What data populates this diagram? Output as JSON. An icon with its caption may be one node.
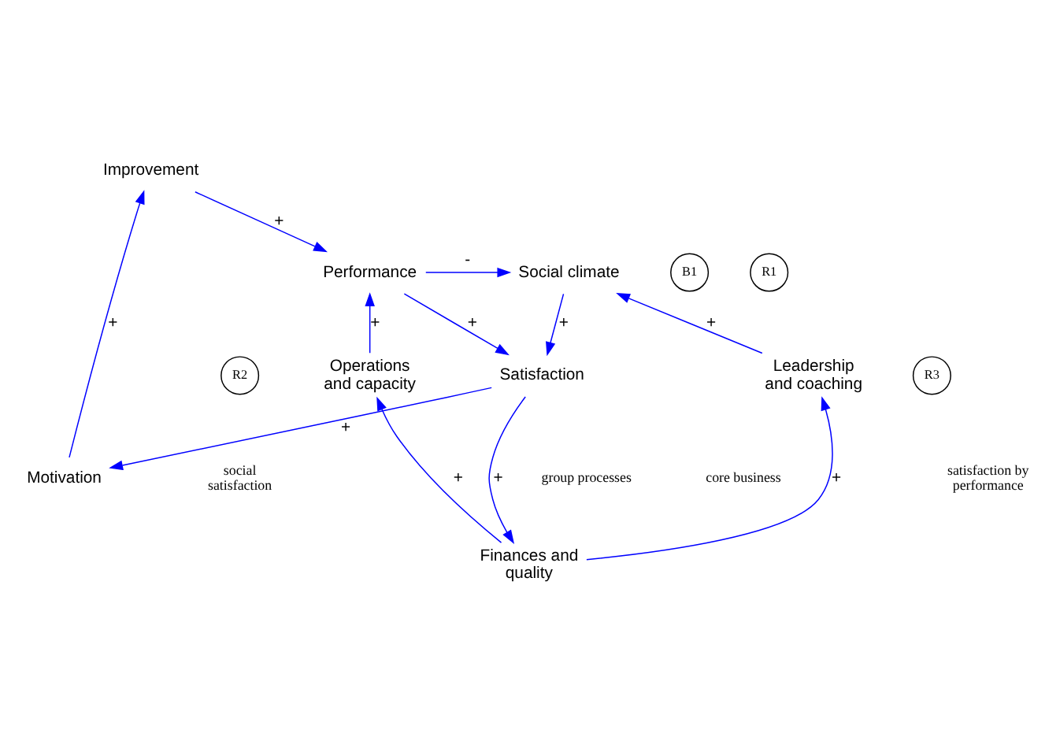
{
  "diagram": {
    "nodes": [
      {
        "text": [
          "Improvement"
        ]
      },
      {
        "text": [
          "Social climate"
        ]
      },
      {
        "text": [
          "B1"
        ]
      },
      {
        "text": [
          "R1"
        ]
      },
      {
        "text": [
          "Performance"
        ]
      },
      {
        "text": [
          "Motivation"
        ]
      },
      {
        "text": [
          "Leadership and coaching"
        ]
      },
      {
        "text": [
          "R2"
        ]
      },
      {
        "text": [
          "Satisfaction"
        ]
      },
      {
        "text": [
          "R3"
        ]
      },
      {
        "text": [
          "Operations and capacity"
        ]
      },
      {
        "text": [
          "Finances and quality"
        ]
      }
    ],
    "edges": [
      {
        "from": 4,
        "to": 1,
        "arrow": "to",
        "label": "-"
      },
      {
        "from": 0,
        "to": 4,
        "arrow": "to",
        "label": "+"
      },
      {
        "from": 5,
        "to": 0,
        "arrow": "to",
        "label": "+"
      },
      {
        "from": 8,
        "to": 5,
        "arrow": "to",
        "label": "+"
      },
      {
        "from": 4,
        "to": 8,
        "arrow": "to",
        "label": "+"
      },
      {
        "from": 1,
        "to": 8,
        "arrow": "to",
        "label": "+"
      },
      {
        "from": 6,
        "to": 1,
        "arrow": "to",
        "label": "+"
      },
      {
        "from": 11,
        "to": 6,
        "arrow": "to",
        "label": "+"
      },
      {
        "from": 8,
        "to": 11,
        "arrow": "to",
        "label": "+"
      },
      {
        "from": 11,
        "to": 10,
        "arrow": "to",
        "label": "+"
      },
      {
        "from": 10,
        "to": 4,
        "arrow": "to",
        "label": "+"
      }
    ],
    "labels": [
      "social satisfaction",
      "satisfaction by performance",
      "group processes",
      "core business"
    ]
  }
}
